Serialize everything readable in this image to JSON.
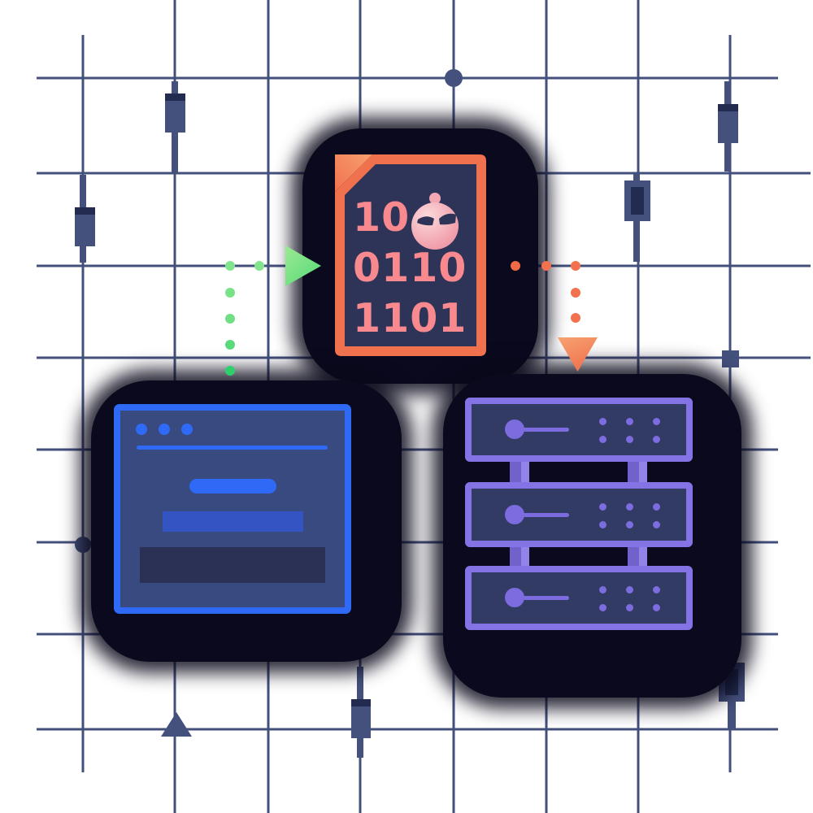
{
  "illustration": {
    "name": "malicious-binary-file-to-systems-illustration",
    "document": {
      "binary_lines": [
        "10",
        "0110",
        "1101"
      ]
    },
    "icons": [
      "binary-file-icon",
      "malware-bot-icon",
      "browser-window-icon",
      "server-rack-icon",
      "candlestick-icon",
      "arrow-right-icon",
      "arrow-down-icon"
    ],
    "colors": {
      "background": "#ffffff",
      "grid": "#44507c",
      "slate": "#45517d",
      "slate_dark": "#232b50",
      "backdrop_blob": "#0a091d",
      "orange": "#f0714e",
      "orange_light": "#f8a06e",
      "salmon_text": "#f8898e",
      "document_bg": "#2d3458",
      "robot_pink": "#f3a8b4",
      "blue": "#2e6af6",
      "browser_bg": "#394a80",
      "browser_mid": "#3354c2",
      "browser_dark": "#2a3154",
      "purple_frame": "#8373e4",
      "purple_detail": "#7c6cdf",
      "purple_leg": "#7161cb",
      "purple_leg_light": "#9184e9",
      "server_bg": "#323b63",
      "green": "#7fe38a",
      "green_dark": "#2ed06c"
    }
  }
}
